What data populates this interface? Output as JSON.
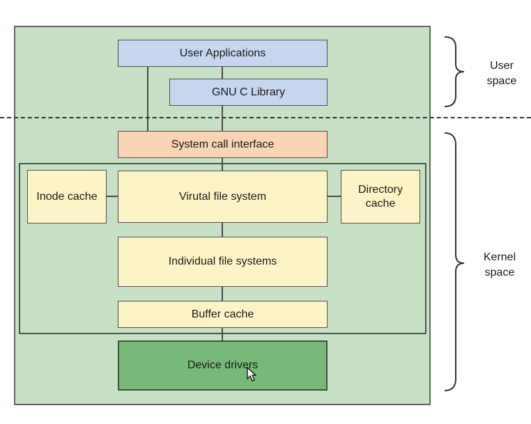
{
  "diagram": {
    "boxes": {
      "user_applications": "User Applications",
      "gnu_c_library": "GNU C Library",
      "system_call_interface": "System call interface",
      "inode_cache": "Inode cache",
      "virtual_file_system": "Virutal file system",
      "directory_cache_line1": "Directory",
      "directory_cache_line2": "cache",
      "individual_file_systems": "Individual file systems",
      "buffer_cache": "Buffer cache",
      "device_drivers": "Device drivers"
    },
    "side_labels": {
      "user_space_line1": "User",
      "user_space_line2": "space",
      "kernel_space_line1": "Kernel",
      "kernel_space_line2": "space"
    },
    "colors": {
      "background": "#c7e0c6",
      "user_boxes": "#c7d6ee",
      "syscall_box": "#fad4b4",
      "fs_boxes": "#fcf4c6",
      "driver_box": "#78b878"
    }
  }
}
